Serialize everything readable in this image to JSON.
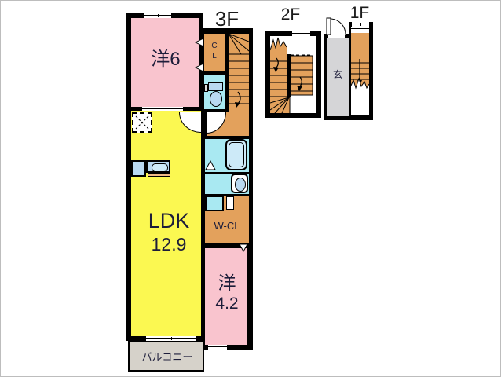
{
  "floors": {
    "f3": {
      "label": "3F"
    },
    "f2": {
      "label": "2F"
    },
    "f1": {
      "label": "1F"
    }
  },
  "rooms": {
    "western6": {
      "label": "洋6"
    },
    "ldk": {
      "name": "LDK",
      "size": "12.9"
    },
    "western42": {
      "name": "洋",
      "size": "4.2"
    },
    "closet": {
      "line1": "C",
      "line2": "L"
    },
    "walkin_closet": {
      "label": "W-CL"
    },
    "balcony": {
      "label": "バルコニー"
    },
    "entrance": {
      "label": "玄"
    }
  },
  "colors": {
    "wall": "#000000",
    "pink": "#f9c4ce",
    "yellow": "#fbf851",
    "orange": "#e3a15c",
    "cyan": "#a9e9f2",
    "fixture": "#b9d9f1",
    "fixture-light": "#cdeaf8",
    "tan": "#efba88",
    "balcony-gray": "#d6d2ca",
    "genkan-gray": "#d5d5d7",
    "text": "#1d1d3a"
  }
}
